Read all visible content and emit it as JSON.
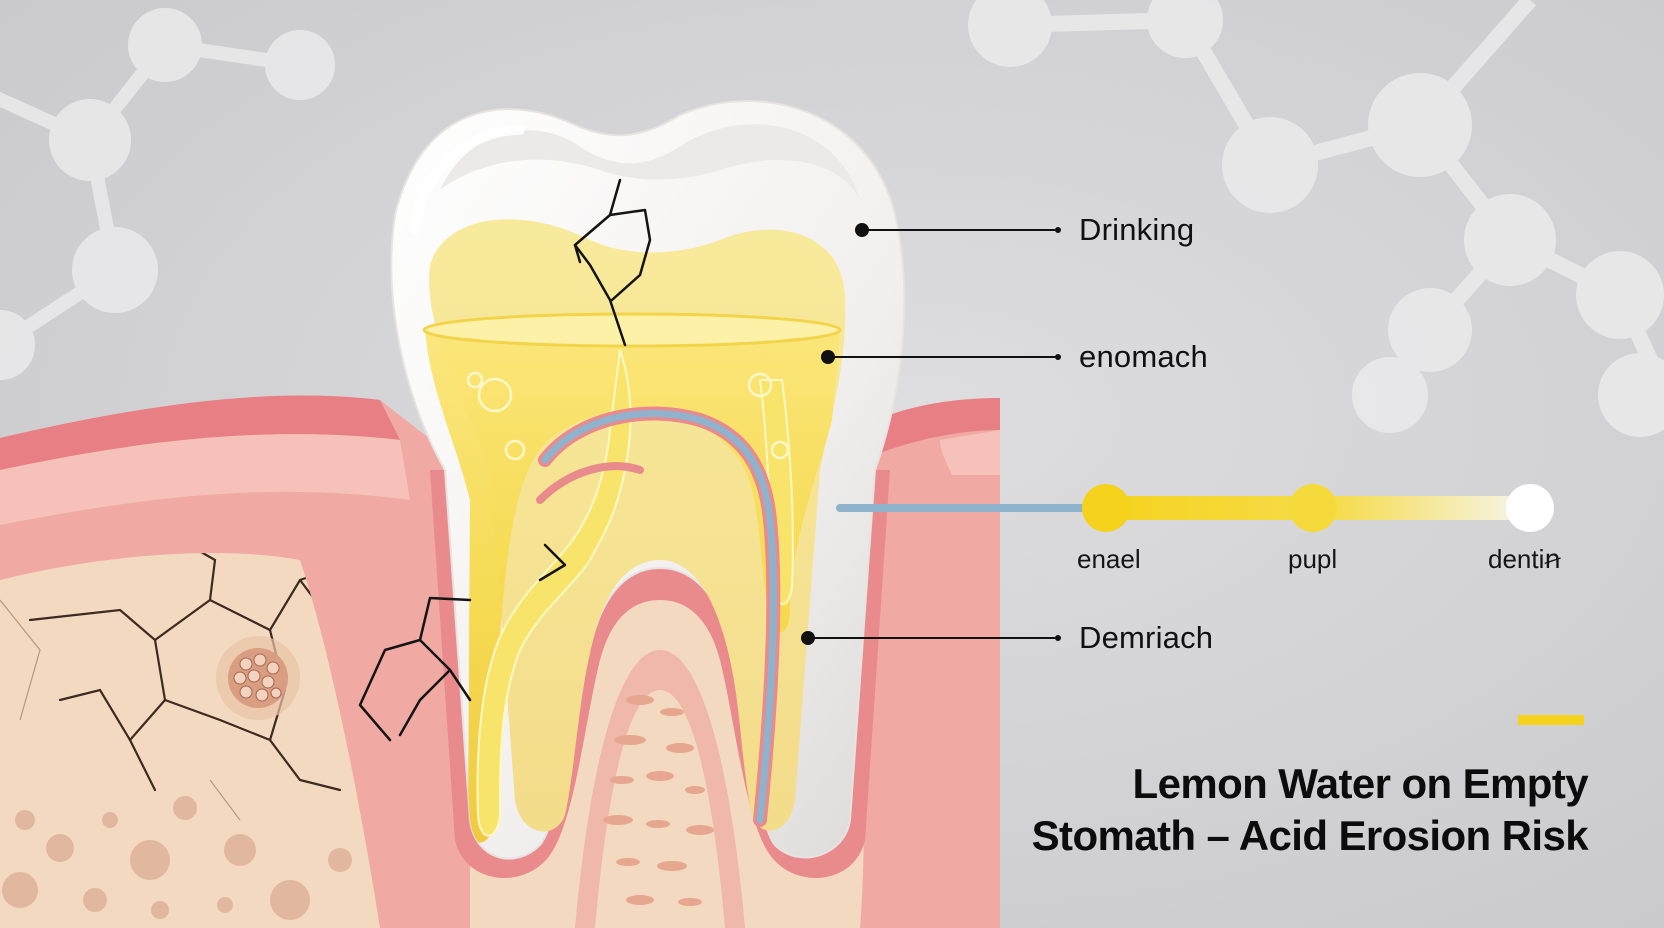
{
  "title": {
    "line1": "Lemon Water on Empty",
    "line2": "Stomath – Acid Erosion Risk"
  },
  "callouts": [
    {
      "label": "Drinking"
    },
    {
      "label": "enomach"
    },
    {
      "label": "Demriach"
    }
  ],
  "scale_bar": {
    "labels": [
      "enael",
      "pupl",
      "dentiꞥ"
    ]
  },
  "colors": {
    "background": "#d4d4d6",
    "lemon_yellow": "#f7dd3c",
    "gum_pink": "#e98a8c",
    "bone_beige": "#f3d9c0",
    "enamel_white": "#f7f6f4",
    "nerve_blue": "#8fb3cc",
    "accent_yellow": "#f5d21c"
  }
}
